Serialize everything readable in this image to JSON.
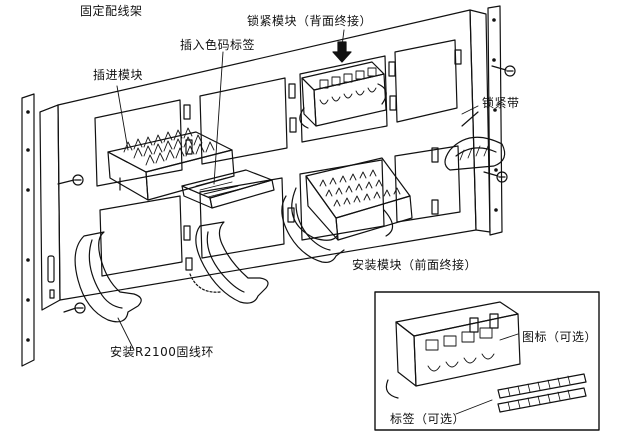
{
  "labels": {
    "fixed_frame": "固定配线架",
    "lock_module_rear": "锁紧模块（背面终接）",
    "insert_color_label": "插入色码标签",
    "plug_in_module": "插进模块",
    "lock_strap": "锁紧带",
    "install_module_front": "安装模块（前面终接）",
    "install_r2100_ring": "安装R2100固线环",
    "icon_label_optional": "图标（可选）",
    "tag_optional": "标签（可选）"
  },
  "colors": {
    "line": "#111111",
    "background": "#ffffff"
  }
}
